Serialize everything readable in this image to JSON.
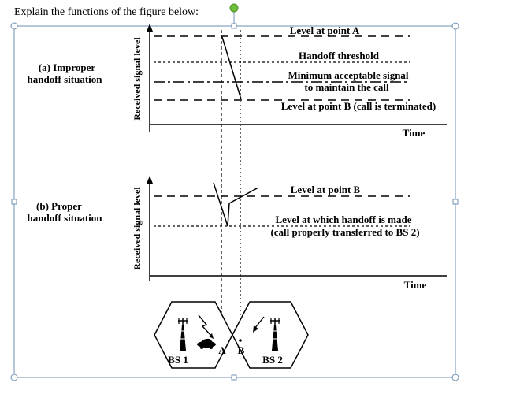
{
  "question": "Explain the functions of the figure below:",
  "panel_a": {
    "situation_line1": "(a) Improper",
    "situation_line2": "handoff situation",
    "y_axis": "Received signal level",
    "x_axis": "Time",
    "level_a": "Level at point A",
    "handoff_threshold": "Handoff threshold",
    "min_signal_line1": "Minimum acceptable signal",
    "min_signal_line2": "to maintain the call",
    "level_b_terminated": "Level at point B (call is terminated)"
  },
  "panel_b": {
    "situation_line1": "(b) Proper",
    "situation_line2": "handoff situation",
    "y_axis": "Received signal level",
    "x_axis": "Time",
    "level_b": "Level at point B",
    "handoff_made_line1": "Level at which handoff is made",
    "handoff_made_line2": "(call properly transferred to BS 2)"
  },
  "cells": {
    "bs1": "BS 1",
    "bs2": "BS 2",
    "point_a": "A",
    "point_b": "B"
  },
  "colors": {
    "selection_frame": "#6d8fb5",
    "rotate_handle": "#6bbf3a",
    "ink": "#000000"
  }
}
